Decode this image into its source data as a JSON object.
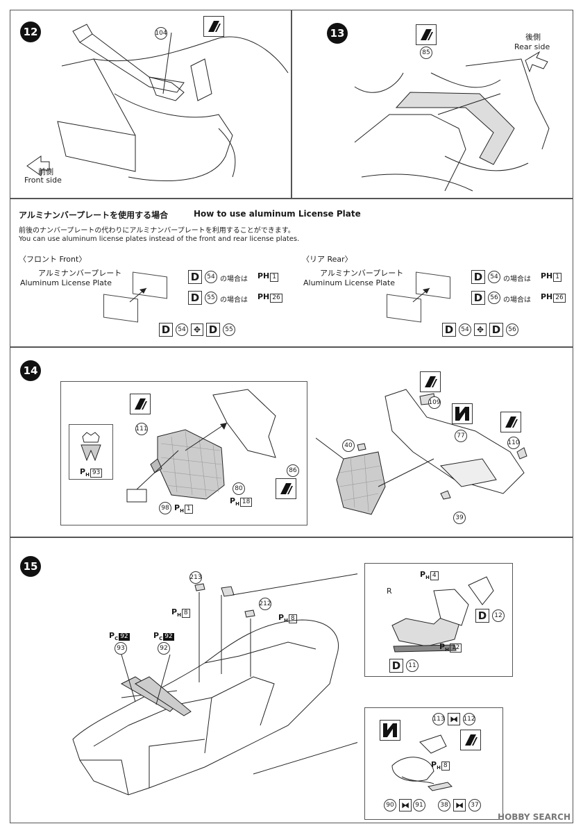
{
  "steps": {
    "s12": {
      "num": "12",
      "part_104": "104",
      "front_jp": "前側",
      "front_en": "Front side"
    },
    "s13": {
      "num": "13",
      "part_85": "85",
      "rear_jp": "後側",
      "rear_en": "Rear side"
    },
    "license": {
      "title_jp": "アルミナンバープレートを使用する場合",
      "title_en": "How to use aluminum License Plate",
      "desc_jp": "前後のナンバープレートの代わりにアルミナンバープレートを利用することができます。",
      "desc_en": "You can use aluminum license plates instead of the front and rear license plates.",
      "front": {
        "label": "〈フロント Front〉",
        "plate_jp": "アルミナンバープレート",
        "plate_en": "Aluminum License Plate",
        "rows": [
          {
            "d": "D",
            "num": "54",
            "text": "の場合は",
            "ph": "PH",
            "code": "1"
          },
          {
            "d": "D",
            "num": "55",
            "text": "の場合は",
            "ph": "PH",
            "code": "26"
          }
        ],
        "bottom": {
          "d1": "D",
          "n1": "54",
          "d2": "D",
          "n2": "55"
        }
      },
      "rear": {
        "label": "〈リア Rear〉",
        "plate_jp": "アルミナンバープレート",
        "plate_en": "Aluminum License Plate",
        "rows": [
          {
            "d": "D",
            "num": "54",
            "text": "の場合は",
            "ph": "PH",
            "code": "1"
          },
          {
            "d": "D",
            "num": "56",
            "text": "の場合は",
            "ph": "PH",
            "code": "26"
          }
        ],
        "bottom": {
          "d1": "D",
          "n1": "54",
          "d2": "D",
          "n2": "56"
        }
      }
    },
    "s14": {
      "num": "14",
      "emblem_ph": "93",
      "p111": "111",
      "p80": "80",
      "p80_ph": "18",
      "p86": "86",
      "p98": "98",
      "p98_ph": "1",
      "p109": "109",
      "p40": "40",
      "p77": "77",
      "p110": "110",
      "p39": "39"
    },
    "s15": {
      "num": "15",
      "p213": "213",
      "p213_ph": "8",
      "p212": "212",
      "p212_ph": "8",
      "pc_a": "92",
      "p93": "93",
      "pc_b": "92",
      "p92": "92",
      "inset1": {
        "ph_top": "4",
        "r": "R",
        "d12": "12",
        "ph_bot": "12",
        "d11": "11",
        "d": "D"
      },
      "inset2": {
        "p113": "113",
        "p112": "112",
        "ph": "8",
        "p90": "90",
        "p91": "91",
        "p38": "38",
        "p37": "37"
      }
    }
  },
  "watermark": "HOBBY SEARCH"
}
